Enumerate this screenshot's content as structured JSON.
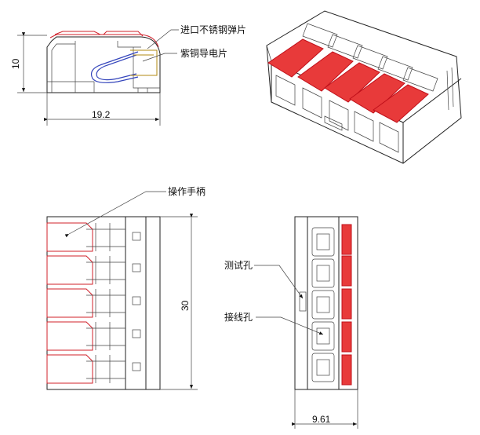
{
  "labels": {
    "stainless_spring": "进口不锈钢弹片",
    "copper_strip": "紫铜导电片",
    "handle": "操作手柄",
    "test_hole": "测试孔",
    "wire_hole": "接线孔"
  },
  "dimensions": {
    "side_height": "10",
    "side_width": "19.2",
    "top_length": "30",
    "front_width": "9.61"
  },
  "colors": {
    "lever": "#e83a3a",
    "outline": "#222222"
  }
}
